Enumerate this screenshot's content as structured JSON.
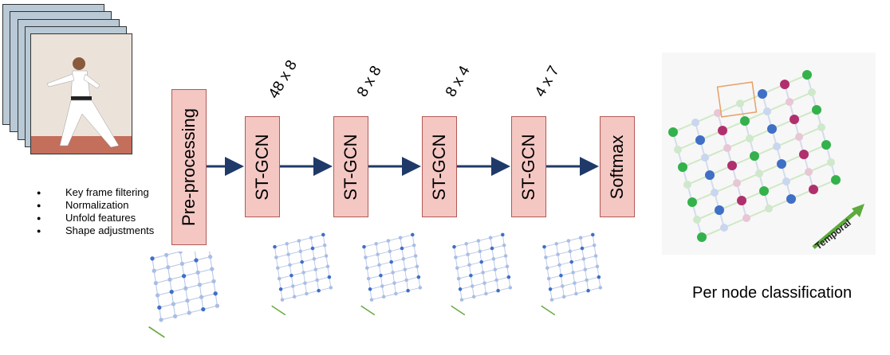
{
  "preprocessing_steps": [
    "Key frame filtering",
    "Normalization",
    "Unfold features",
    "Shape adjustments"
  ],
  "pipeline": {
    "preprocessing": "Pre-processing",
    "layers": [
      {
        "label": "ST-GCN",
        "dims": "48 x 8"
      },
      {
        "label": "ST-GCN",
        "dims": "8 x 8"
      },
      {
        "label": "ST-GCN",
        "dims": "8 x 4"
      },
      {
        "label": "ST-GCN",
        "dims": "4 x 7"
      }
    ],
    "output": "Softmax"
  },
  "graph_axis_label": "Temporal",
  "caption": "Per node classification",
  "colors": {
    "block_fill": "#f4c7c3",
    "arrow": "#1f3a68",
    "node_blue": "#3f6fc6",
    "node_green": "#33b24b",
    "node_magenta": "#b0306e",
    "temporal_arrow": "#5cab3c"
  }
}
